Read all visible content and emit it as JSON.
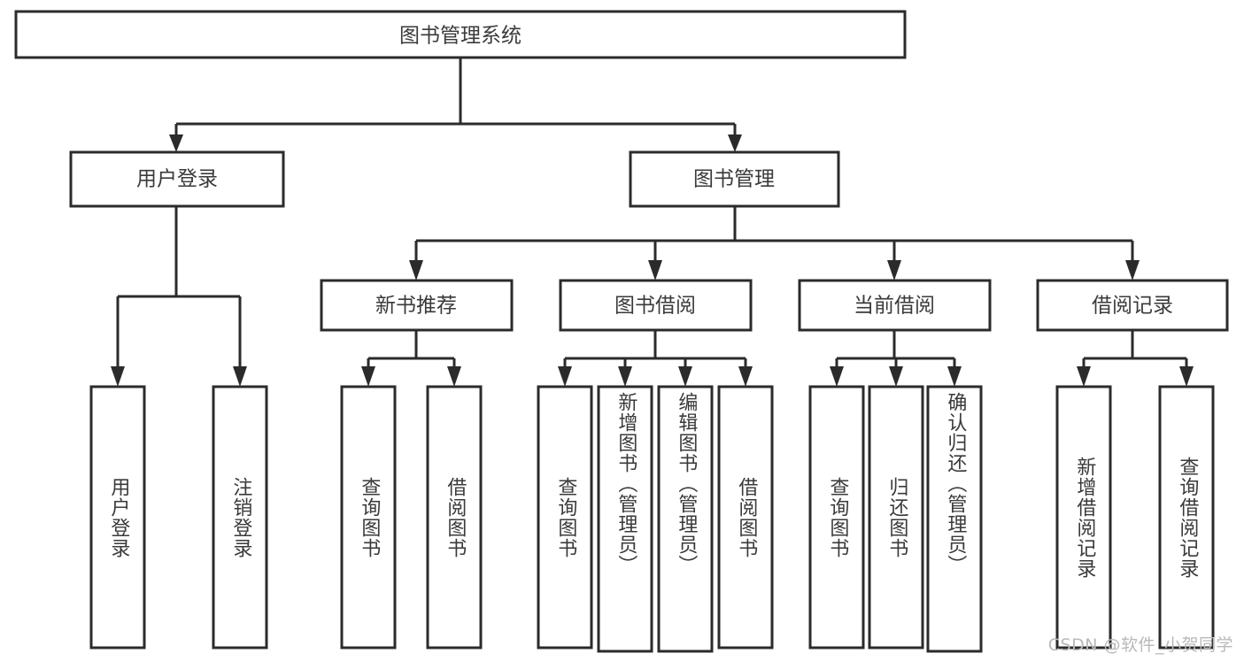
{
  "diagram": {
    "title": "图书管理系统",
    "type": "tree-hierarchy-chart",
    "colors": {
      "box_border": "#2b2b2b",
      "box_fill": "#ffffff",
      "text": "#3a3a3a",
      "connector": "#2b2b2b",
      "watermark": "#b9b9b9",
      "background": "#ffffff"
    },
    "root": {
      "label": "图书管理系统"
    },
    "level2": [
      {
        "label": "用户登录"
      },
      {
        "label": "图书管理"
      }
    ],
    "level3": [
      {
        "label": "新书推荐"
      },
      {
        "label": "图书借阅"
      },
      {
        "label": "当前借阅"
      },
      {
        "label": "借阅记录"
      }
    ],
    "leaves": {
      "user_login": [
        {
          "label": "用户登录"
        },
        {
          "label": "注销登录"
        }
      ],
      "new_book_rec": [
        {
          "label": "查询图书"
        },
        {
          "label": "借阅图书"
        }
      ],
      "book_borrow": [
        {
          "label": "查询图书"
        },
        {
          "label": "新增图书（管理员）"
        },
        {
          "label": "编辑图书（管理员）"
        },
        {
          "label": "借阅图书"
        }
      ],
      "current_borrow": [
        {
          "label": "查询图书"
        },
        {
          "label": "归还图书"
        },
        {
          "label": "确认归还（管理员）"
        }
      ],
      "borrow_record": [
        {
          "label": "新增借阅记录"
        },
        {
          "label": "查询借阅记录"
        }
      ]
    },
    "watermark": "CSDN @软件_小贺同学"
  }
}
